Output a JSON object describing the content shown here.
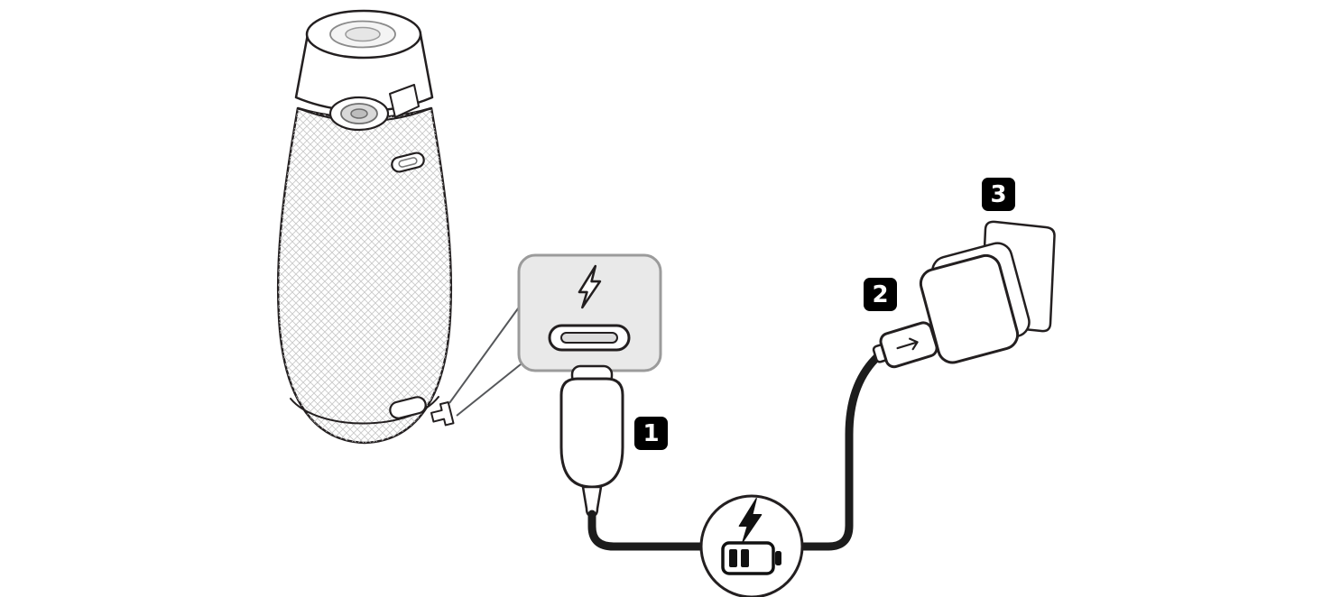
{
  "figure": {
    "badges": [
      {
        "label": "1",
        "name": "usb-c-connector-step"
      },
      {
        "label": "2",
        "name": "usb-plug-step"
      },
      {
        "label": "3",
        "name": "power-adapter-outlet-step"
      }
    ],
    "icons": {
      "callout_bolt": "lightning-bolt-icon",
      "charge_bolt": "lightning-bolt-icon",
      "battery": "battery-charging-icon",
      "port": "usb-c-port-icon",
      "plug_arrow": "usb-arrow-icon"
    },
    "colors": {
      "outline": "#231f20",
      "cable": "#1c1c1c",
      "callout_fill": "#e9e9e9",
      "callout_border": "#9b9b9b",
      "hatch": "#c9c9c9",
      "badge_bg": "#000000",
      "badge_text": "#ffffff",
      "background": "#ffffff"
    }
  }
}
